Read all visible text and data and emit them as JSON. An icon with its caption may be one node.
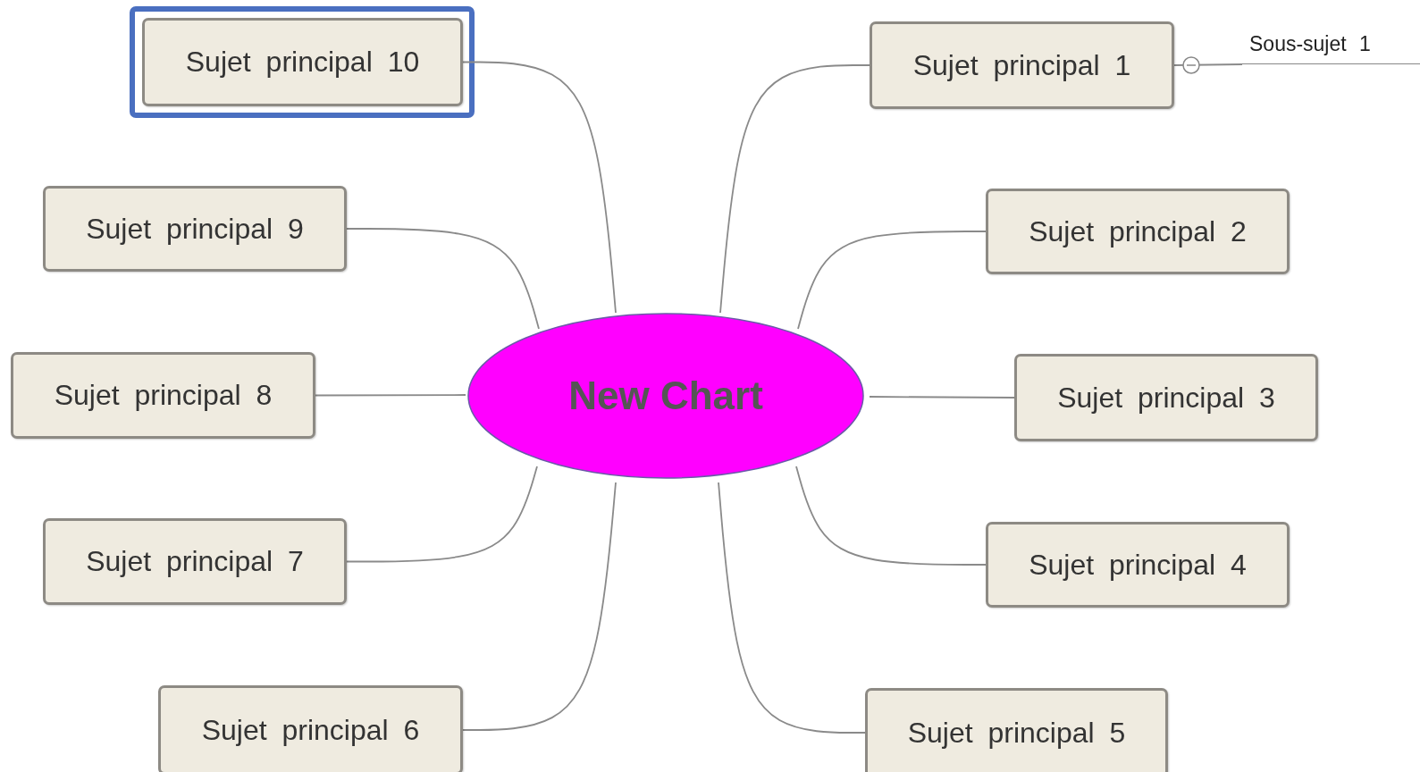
{
  "diagram": {
    "nodes": [
      {
        "text": [
          "New Chart"
        ]
      },
      {
        "text": [
          "Sujet principal 1"
        ]
      },
      {
        "text": [
          "Sujet principal 2"
        ]
      },
      {
        "text": [
          "Sujet principal 3"
        ]
      },
      {
        "text": [
          "Sujet principal 4"
        ]
      },
      {
        "text": [
          "Sujet principal 5"
        ]
      },
      {
        "text": [
          "Sujet principal 6"
        ]
      },
      {
        "text": [
          "Sujet principal 7"
        ]
      },
      {
        "text": [
          "Sujet principal 8"
        ]
      },
      {
        "text": [
          "Sujet principal 9"
        ]
      },
      {
        "text": [
          "Sujet principal 10"
        ]
      },
      {
        "text": [
          "Sous-sujet 1"
        ]
      }
    ],
    "edges": [
      {
        "from": 0,
        "to": 1,
        "arrow": "none"
      },
      {
        "from": 0,
        "to": 2,
        "arrow": "none"
      },
      {
        "from": 0,
        "to": 3,
        "arrow": "none"
      },
      {
        "from": 0,
        "to": 4,
        "arrow": "none"
      },
      {
        "from": 0,
        "to": 5,
        "arrow": "none"
      },
      {
        "from": 0,
        "to": 6,
        "arrow": "none"
      },
      {
        "from": 0,
        "to": 7,
        "arrow": "none"
      },
      {
        "from": 0,
        "to": 8,
        "arrow": "none"
      },
      {
        "from": 0,
        "to": 9,
        "arrow": "none"
      },
      {
        "from": 0,
        "to": 10,
        "arrow": "none"
      },
      {
        "from": 1,
        "to": 11,
        "arrow": "none"
      }
    ]
  }
}
